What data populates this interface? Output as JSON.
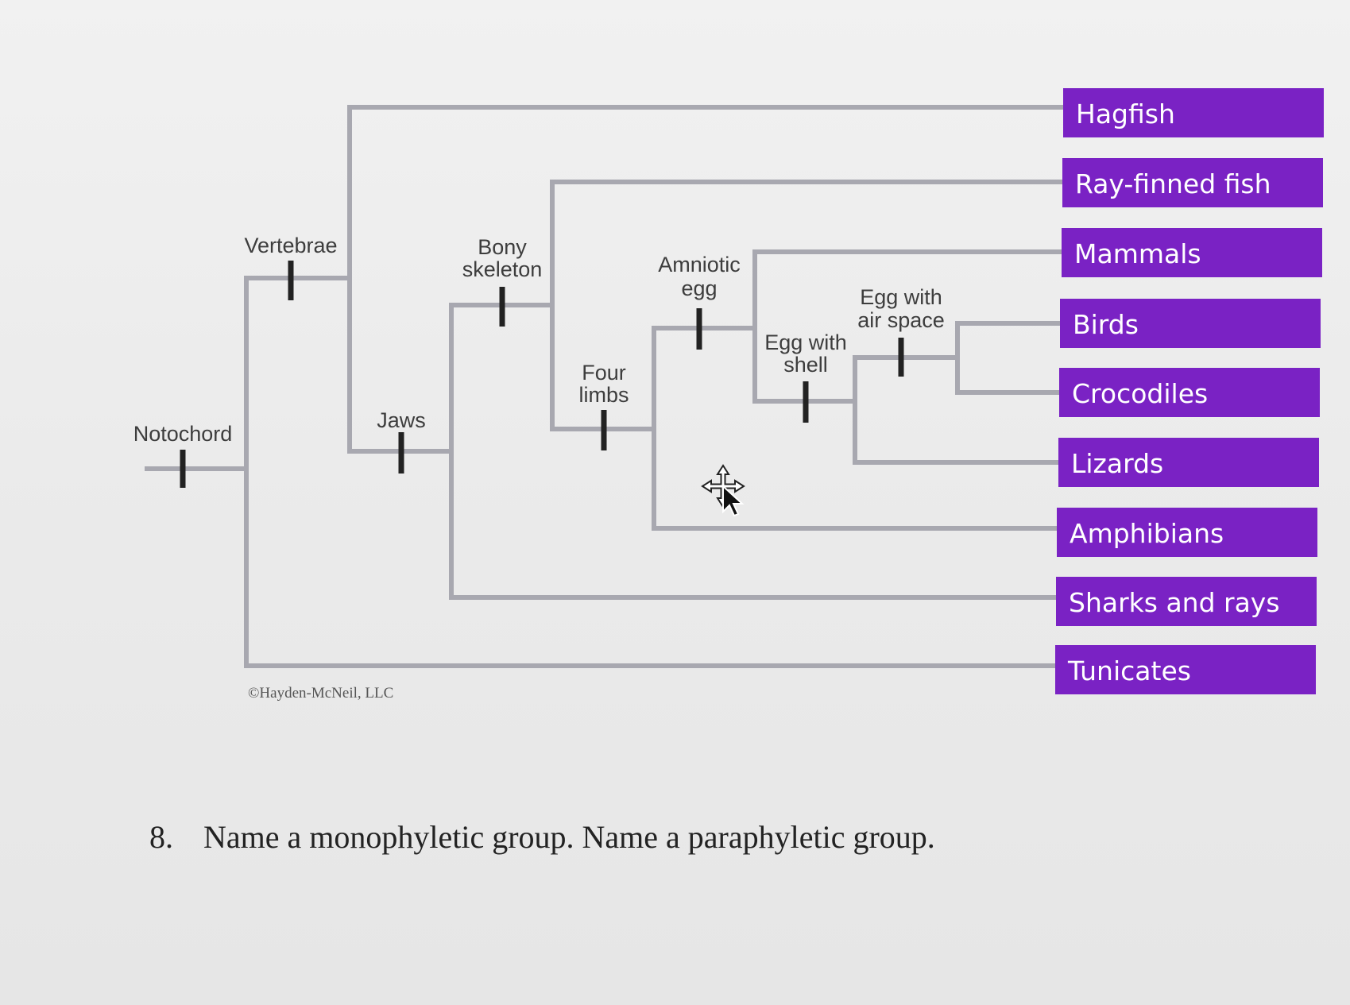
{
  "diagram": {
    "taxa": [
      "Hagfish",
      "Ray-finned fish",
      "Mammals",
      "Birds",
      "Crocodiles",
      "Lizards",
      "Amphibians",
      "Sharks and rays",
      "Tunicates"
    ],
    "traits": {
      "notochord": "Notochord",
      "vertebrae": "Vertebrae",
      "jaws": "Jaws",
      "bony_skeleton_line1": "Bony",
      "bony_skeleton_line2": "skeleton",
      "four_limbs_line1": "Four",
      "four_limbs_line2": "limbs",
      "amniotic_egg_line1": "Amniotic",
      "amniotic_egg_line2": "egg",
      "egg_with_shell_line1": "Egg with",
      "egg_with_shell_line2": "shell",
      "egg_with_air_space_line1": "Egg with",
      "egg_with_air_space_line2": "air space"
    },
    "copyright": "©Hayden-McNeil, LLC",
    "colors": {
      "branch": "#a8a8b0",
      "taxon_box": "#7a22c4",
      "marker": "#222222"
    }
  },
  "question": {
    "number": "8.",
    "text": "Name a monophyletic group. Name a paraphyletic group."
  },
  "cursor": {
    "icon": "move-cursor-icon"
  }
}
